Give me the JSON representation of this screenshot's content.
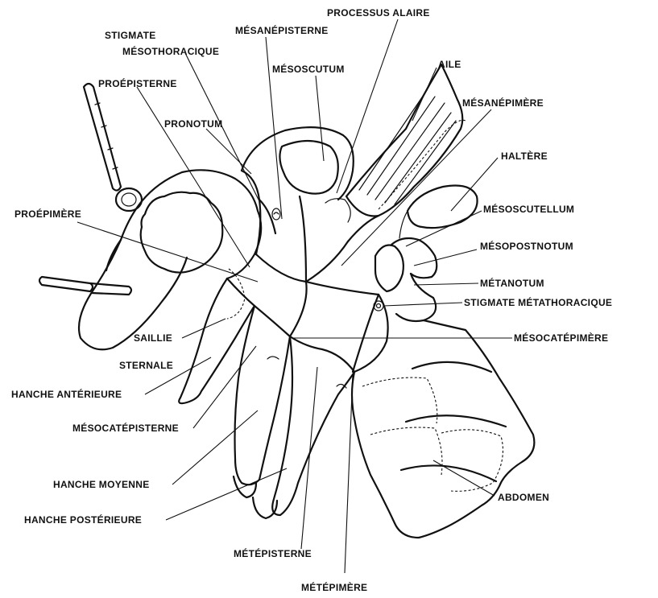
{
  "labels": {
    "processus_alaire": "PROCESSUS ALAIRE",
    "stigmate_1": "STIGMATE",
    "stigmate_2": "MÉSOTHORACIQUE",
    "mesanepisterne": "MÉSANÉPISTERNE",
    "mesoscutum": "MÉSOSCUTUM",
    "aile": "AILE",
    "proepisterne": "PROÉPISTERNE",
    "mesanepimere": "MÉSANÉPIMÈRE",
    "pronotum": "PRONOTUM",
    "haltere": "HALTÈRE",
    "proepimere": "PROÉPIMÈRE",
    "mesoscutellum": "MÉSOSCUTELLUM",
    "mesopostnotum": "MÉSOPOSTNOTUM",
    "metanotum": "MÉTANOTUM",
    "stigmate_metathoracique": "STIGMATE MÉTATHORACIQUE",
    "saillie": "SAILLIE",
    "mesocatepimere": "MÉSOCATÉPIMÈRE",
    "sternale": "STERNALE",
    "hanche_anterieure": "HANCHE ANTÉRIEURE",
    "mesocatepisterne": "MÉSOCATÉPISTERNE",
    "hanche_moyenne": "HANCHE MOYENNE",
    "abdomen": "ABDOMEN",
    "hanche_posterieure": "HANCHE POSTÉRIEURE",
    "metepisterne": "MÉTÉPISTERNE",
    "metepimere": "MÉTÉPIMÈRE"
  }
}
